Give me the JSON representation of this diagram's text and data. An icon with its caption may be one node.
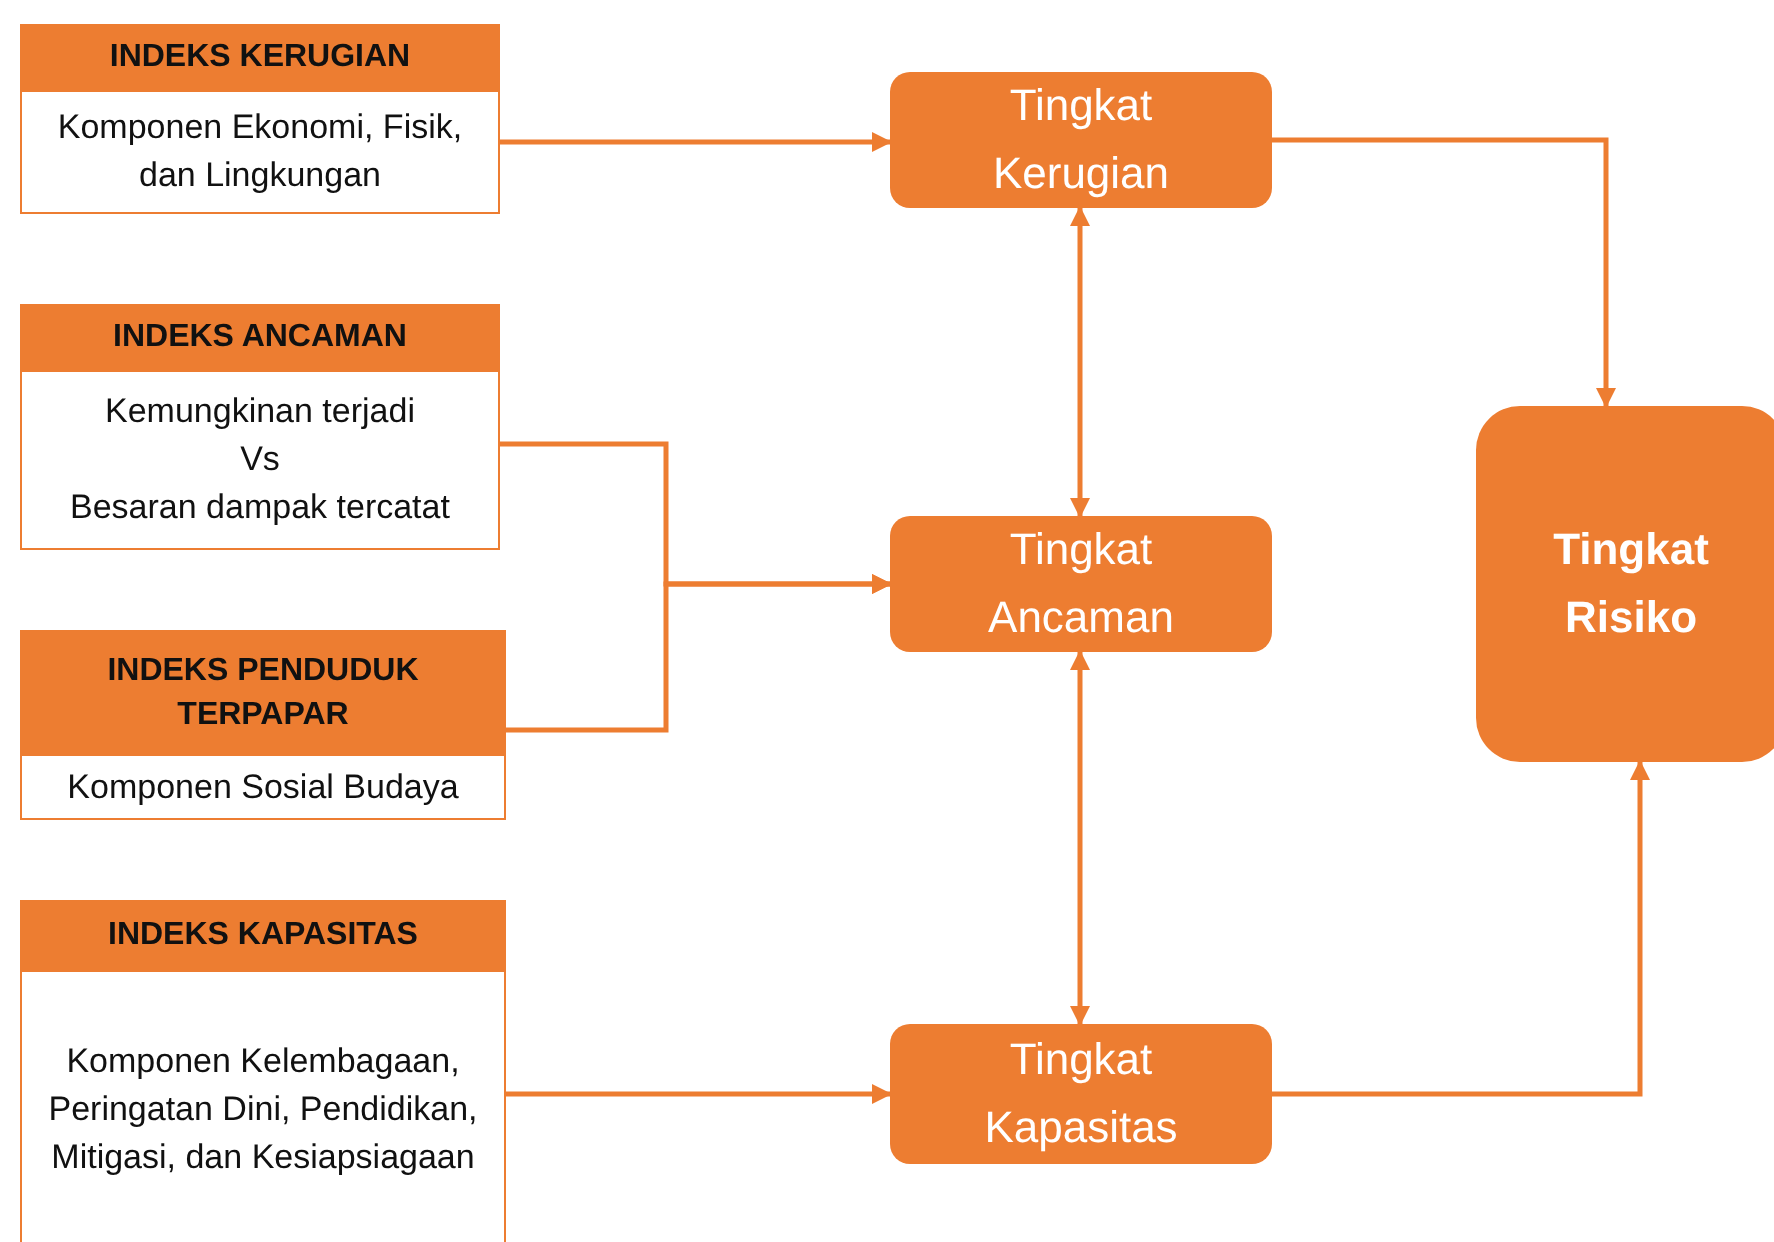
{
  "diagram": {
    "nodes": [
      {
        "text": [
          "INDEKS KERUGIAN",
          "Komponen Ekonomi, Fisik, dan Lingkungan"
        ]
      },
      {
        "text": [
          "INDEKS ANCAMAN",
          "Kemungkinan terjadi",
          "Vs",
          "Besaran dampak tercatat"
        ]
      },
      {
        "text": [
          "INDEKS PENDUDUK TERPAPAR",
          "Komponen Sosial Budaya"
        ]
      },
      {
        "text": [
          "INDEKS KAPASITAS",
          "Komponen Kelembagaan, Peringatan Dini, Pendidikan, Mitigasi, dan Kesiapsiagaan"
        ]
      },
      {
        "text": [
          "Tingkat Kerugian"
        ]
      },
      {
        "text": [
          "Tingkat Ancaman"
        ]
      },
      {
        "text": [
          "Tingkat Kapasitas"
        ]
      },
      {
        "text": [
          "Tingkat Risiko"
        ]
      }
    ],
    "edges": [
      {
        "from": 0,
        "to": 4,
        "arrow": "to"
      },
      {
        "from": 1,
        "to": 5,
        "arrow": "to"
      },
      {
        "from": 2,
        "to": 5,
        "arrow": "to"
      },
      {
        "from": 3,
        "to": 6,
        "arrow": "to"
      },
      {
        "from": 4,
        "to": 5,
        "arrow": "both"
      },
      {
        "from": 5,
        "to": 6,
        "arrow": "both"
      },
      {
        "from": 4,
        "to": 7,
        "arrow": "to"
      },
      {
        "from": 6,
        "to": 7,
        "arrow": "to"
      }
    ]
  }
}
